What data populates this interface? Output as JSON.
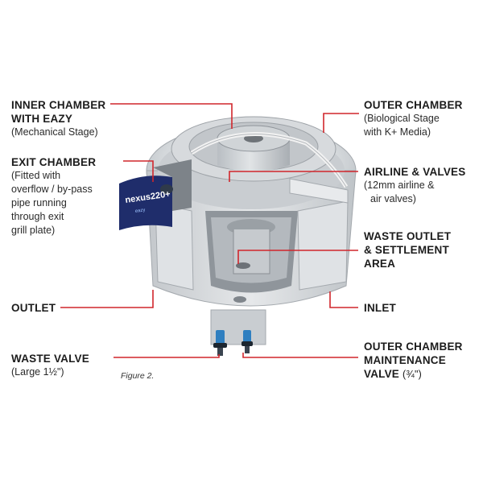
{
  "colors": {
    "leader_line": "#d1262c",
    "unit_body": "#d9dcdf",
    "unit_shadow": "#aeb3b8",
    "label_panel": "#1f2d6b",
    "valve_blue": "#2f7fc0"
  },
  "product_badge": {
    "name": "nexus220+",
    "sub": "eazy"
  },
  "callouts": {
    "inner_chamber": {
      "title_line1": "INNER CHAMBER",
      "title_line2": "WITH EAZY",
      "sub": "(Mechanical Stage)"
    },
    "exit_chamber": {
      "title": "EXIT CHAMBER",
      "sub_lines": [
        "(Fitted with",
        "overflow / by-pass",
        "pipe running",
        "through exit",
        "grill plate)"
      ]
    },
    "outlet": {
      "title": "OUTLET"
    },
    "waste_valve": {
      "title": "WASTE VALVE",
      "sub": "(Large 1½\")"
    },
    "outer_chamber": {
      "title": "OUTER CHAMBER",
      "sub_lines": [
        "(Biological Stage",
        "with K+ Media)"
      ]
    },
    "airline_valves": {
      "title": "AIRLINE & VALVES",
      "sub_lines": [
        "(12mm airline &",
        "air valves)"
      ]
    },
    "waste_outlet": {
      "title_line1": "WASTE OUTLET",
      "title_line2": "& SETTLEMENT",
      "title_line3": "AREA"
    },
    "inlet": {
      "title": "INLET"
    },
    "outer_maintenance": {
      "title_line1": "OUTER CHAMBER",
      "title_line2": "MAINTENANCE",
      "title_line3": "VALVE",
      "sub": "(¾\")"
    }
  },
  "figure_caption": "Figure 2."
}
